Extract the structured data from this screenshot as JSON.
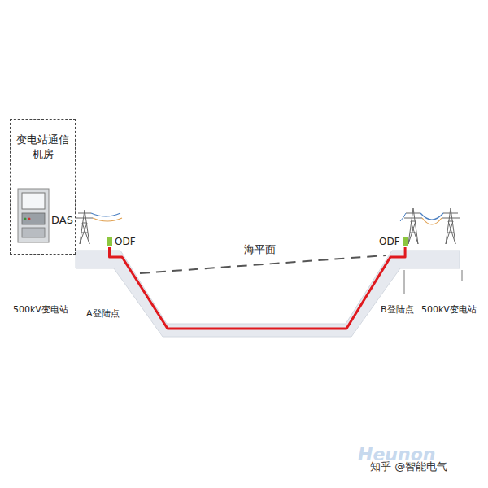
{
  "diagram": {
    "nodes": [
      {
        "text": [
          "变电站通信机房"
        ]
      },
      {
        "text": [
          "ODF"
        ]
      },
      {
        "text": [
          "ODF"
        ]
      }
    ],
    "edges": [
      {
        "from": 1,
        "to": 2,
        "arrow": "none"
      }
    ],
    "labels": [
      "DAS",
      "海平面",
      "500kV变电站",
      "A登陆点",
      "B登陆点",
      "500kV变电站",
      "Heunon",
      "知乎 @智能电气"
    ]
  }
}
